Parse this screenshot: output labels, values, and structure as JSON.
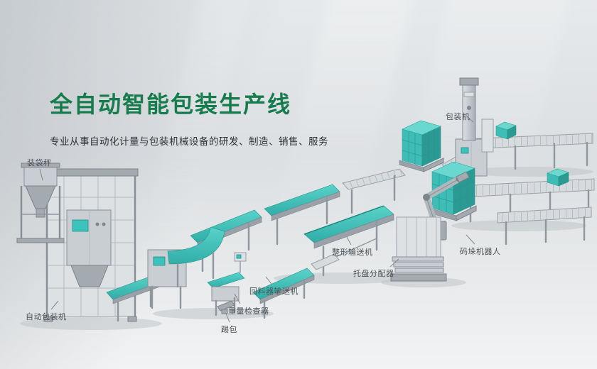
{
  "hero": {
    "title": "全自动智能包装生产线",
    "subtitle": "专业从事自动化计量与包装机械设备的研发、制造、销售、服务"
  },
  "machine_labels": {
    "bagging_scale": "装袋秤",
    "packing_machine": "包装机",
    "auto_packing_machine": "自动包装机",
    "bag_kicker": "踢包",
    "weight_checker": "重量检查器",
    "return_conveyor": "回料器输送机",
    "shaping_conveyor": "整形输送机",
    "pallet_dispenser": "托盘分配器",
    "palletizing_robot": "码垛机器人"
  },
  "colors": {
    "title_green": "#177C4D",
    "teal": "#3cc3bb",
    "label_text": "#4a5055",
    "background": "#e2e5e8"
  }
}
